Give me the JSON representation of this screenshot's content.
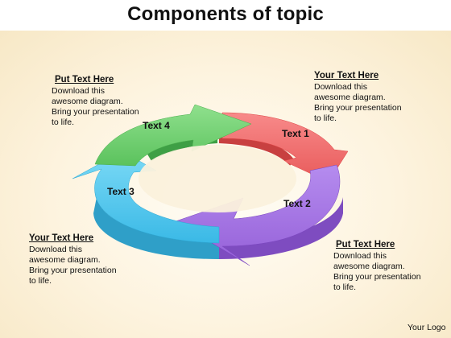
{
  "title": "Components of topic",
  "segments": [
    {
      "label": "Text 1",
      "color": "#f06b6b"
    },
    {
      "label": "Text 2",
      "color": "#a071e0"
    },
    {
      "label": "Text 3",
      "color": "#4cc7ee"
    },
    {
      "label": "Text 4",
      "color": "#6fd070"
    }
  ],
  "blocks": {
    "top_left": {
      "heading": "Put Text Here",
      "body": "Download this\nawesome diagram.\nBring your presentation\nto life."
    },
    "top_right": {
      "heading": "Your Text Here",
      "body": "Download this\nawesome diagram.\nBring your presentation\nto life."
    },
    "bottom_left": {
      "heading": "Your Text Here",
      "body": "Download this\nawesome diagram.\nBring your presentation\nto life."
    },
    "bottom_right": {
      "heading": "Put Text Here",
      "body": "Download this\nawesome diagram.\nBring your presentation\nto life."
    }
  },
  "logo": "Your Logo"
}
